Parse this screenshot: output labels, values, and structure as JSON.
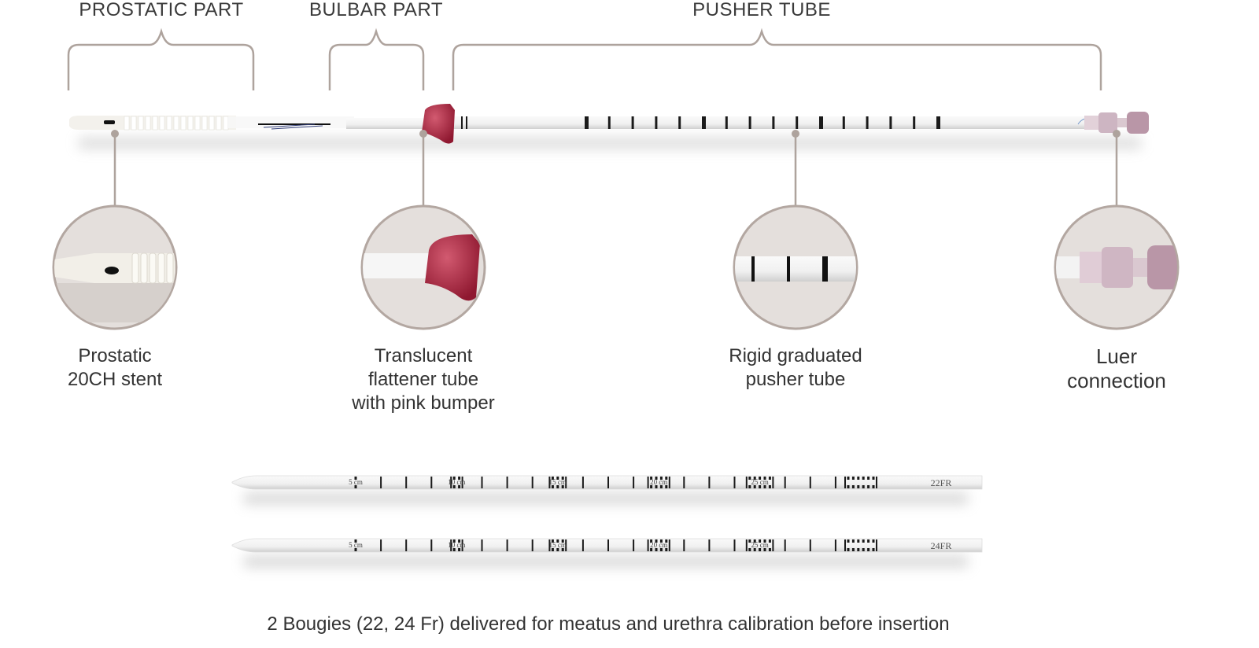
{
  "sections": [
    {
      "label": "PROSTATIC PART"
    },
    {
      "label": "BULBAR PART"
    },
    {
      "label": "PUSHER TUBE"
    }
  ],
  "callouts": [
    {
      "lines": [
        "Prostatic",
        "20CH stent"
      ]
    },
    {
      "lines": [
        "Translucent",
        "flattener tube",
        "with pink bumper"
      ]
    },
    {
      "lines": [
        "Rigid graduated",
        "pusher tube"
      ]
    },
    {
      "lines": [
        "Luer",
        "connection"
      ]
    }
  ],
  "bougies": [
    {
      "size": "22FR",
      "marks": [
        "5 cm",
        "10 cm",
        "15 cm",
        "20 cm",
        "25 cm"
      ]
    },
    {
      "size": "24FR",
      "marks": [
        "5 cm",
        "10 cm",
        "15 cm",
        "20 cm",
        "25 cm"
      ]
    }
  ],
  "footer": "2 Bougies (22, 24 Fr) delivered for meatus and urethra calibration before insertion",
  "colors": {
    "bracket": "#aea39d",
    "bumper": "#a3243b",
    "circle": "#e4dfdc",
    "luer": "#c9b3bd"
  }
}
